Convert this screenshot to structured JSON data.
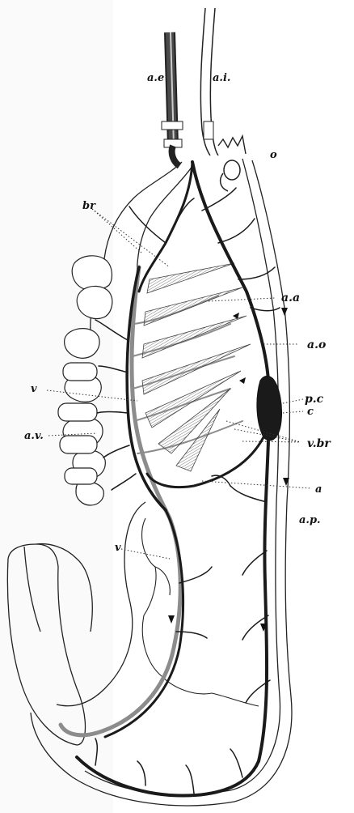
{
  "labels": {
    "ae": "a.e",
    "ai": "a.i.",
    "o": "o",
    "br": "br",
    "aa": "a.a",
    "ao": "a.o",
    "v_upper": "v",
    "pc": "p.c",
    "c": "c",
    "vbr": "v.br",
    "av": "a.v.",
    "a": "a",
    "ap": "a.p.",
    "v_lower": "v"
  },
  "colors": {
    "artery": "#1a1a1a",
    "vein": "#8c8c8c",
    "gill": "#9a9a9a",
    "background": "#ffffff"
  }
}
